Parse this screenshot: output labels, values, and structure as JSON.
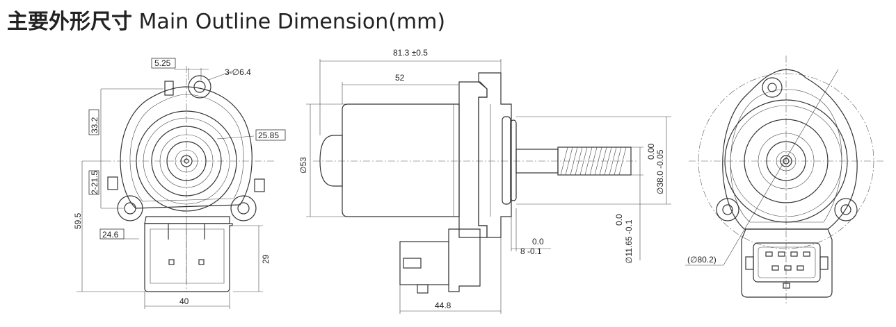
{
  "title": {
    "cn": "主要外形尺寸",
    "en": "Main Outline Dimension(mm)"
  },
  "dimensions": {
    "front": {
      "d_5_25": "5.25",
      "holes": "3-∅6.4",
      "d_33_2": "33.2",
      "d_25_85": "25.85",
      "d_21_5": "2-21.5",
      "d_59_5": "59.5",
      "d_24_6": "24.6",
      "d_29": "29",
      "d_40": "40"
    },
    "side": {
      "d_81_3": "81.3 ±0.5",
      "d_52": "52",
      "d_53": "∅53",
      "tol_38_upper": "0.00",
      "tol_38_lower": "∅38.0 -0.05",
      "tol_11_upper": "0.0",
      "tol_11_lower": "∅11.65 -0.1",
      "tol_8_upper": "0.0",
      "tol_8_lower": "8 -0.1",
      "d_44_8": "44.8"
    },
    "back": {
      "d_80_2": "(∅80.2)"
    }
  }
}
